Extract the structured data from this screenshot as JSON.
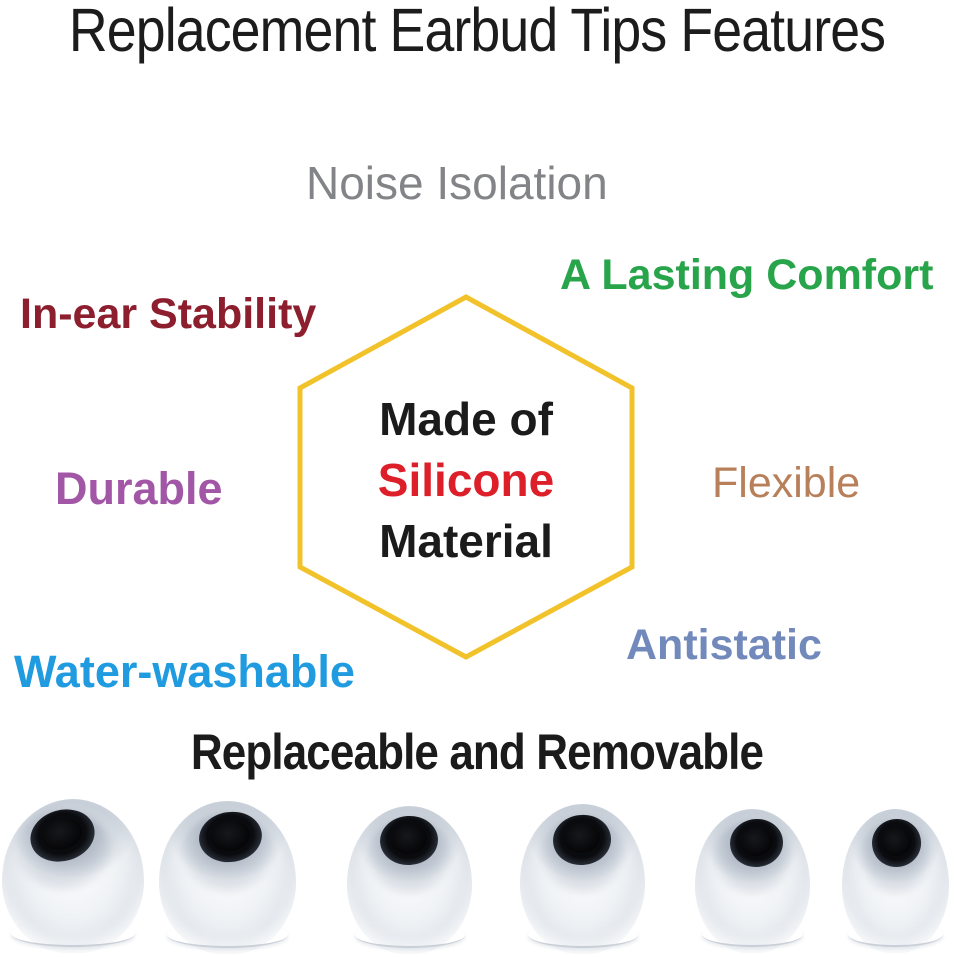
{
  "title": "Replacement Earbud Tips Features",
  "features": [
    {
      "id": "noise-isolation",
      "label": "Noise Isolation",
      "color": "#828487"
    },
    {
      "id": "lasting-comfort",
      "label": "A Lasting Comfort",
      "color": "#28a44a"
    },
    {
      "id": "in-ear-stability",
      "label": "In-ear Stability",
      "color": "#8c1e2d"
    },
    {
      "id": "durable",
      "label": "Durable",
      "color": "#a257a6"
    },
    {
      "id": "flexible",
      "label": "Flexible",
      "color": "#b8805a"
    },
    {
      "id": "water-washable",
      "label": "Water-washable",
      "color": "#209bdf"
    },
    {
      "id": "antistatic",
      "label": "Antistatic",
      "color": "#7289bb"
    },
    {
      "id": "replaceable",
      "label": "Replaceable and Removable",
      "color": "#1b1b1b"
    }
  ],
  "hexagon": {
    "line1": "Made of",
    "line2": "Silicone",
    "line3": "Material",
    "border_color": "#f2c22b",
    "line1_color": "#1b1b1b",
    "line2_color": "#dd1f2a",
    "line3_color": "#1b1b1b"
  },
  "earbud_photo": {
    "count": 6,
    "description": "Six white translucent silicone earbud tips with black sound-tube openings"
  }
}
